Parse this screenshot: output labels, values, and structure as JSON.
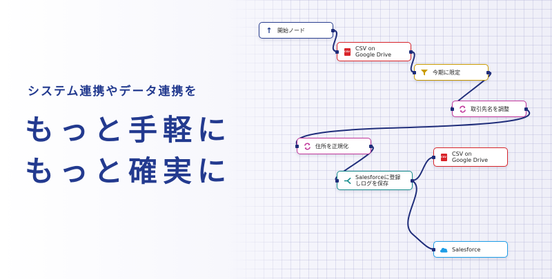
{
  "headline": {
    "sub": "システム連携やデータ連携を",
    "line1": "もっと手軽に",
    "line2": "もっと確実に"
  },
  "colors": {
    "heading": "#233a8f",
    "edge": "#1f2d7a",
    "start": "#1f3a8a",
    "csv": "#d8242a",
    "filter": "#c99b00",
    "adjust": "#c0359a",
    "branch": "#128a8a",
    "salesforce": "#1c9de6"
  },
  "flow": {
    "nodes": [
      {
        "id": "start",
        "label": "開始ノード",
        "icon": "arrow-up-icon"
      },
      {
        "id": "csv1",
        "label_line1": "CSV on",
        "label_line2": "Google Drive",
        "icon": "csv-file-icon"
      },
      {
        "id": "filter",
        "label": "今期に限定",
        "icon": "filter-icon"
      },
      {
        "id": "adjust1",
        "label": "取引先名を調整",
        "icon": "refresh-icon"
      },
      {
        "id": "adjust2",
        "label": "住所を正規化",
        "icon": "refresh-icon"
      },
      {
        "id": "branch",
        "label_line1": "Salesforceに登録",
        "label_line2": "しログを保存",
        "icon": "branch-icon"
      },
      {
        "id": "csv2",
        "label_line1": "CSV on",
        "label_line2": "Google Drive",
        "icon": "csv-file-icon"
      },
      {
        "id": "salesforce",
        "label": "Salesforce",
        "icon": "cloud-icon"
      }
    ]
  }
}
